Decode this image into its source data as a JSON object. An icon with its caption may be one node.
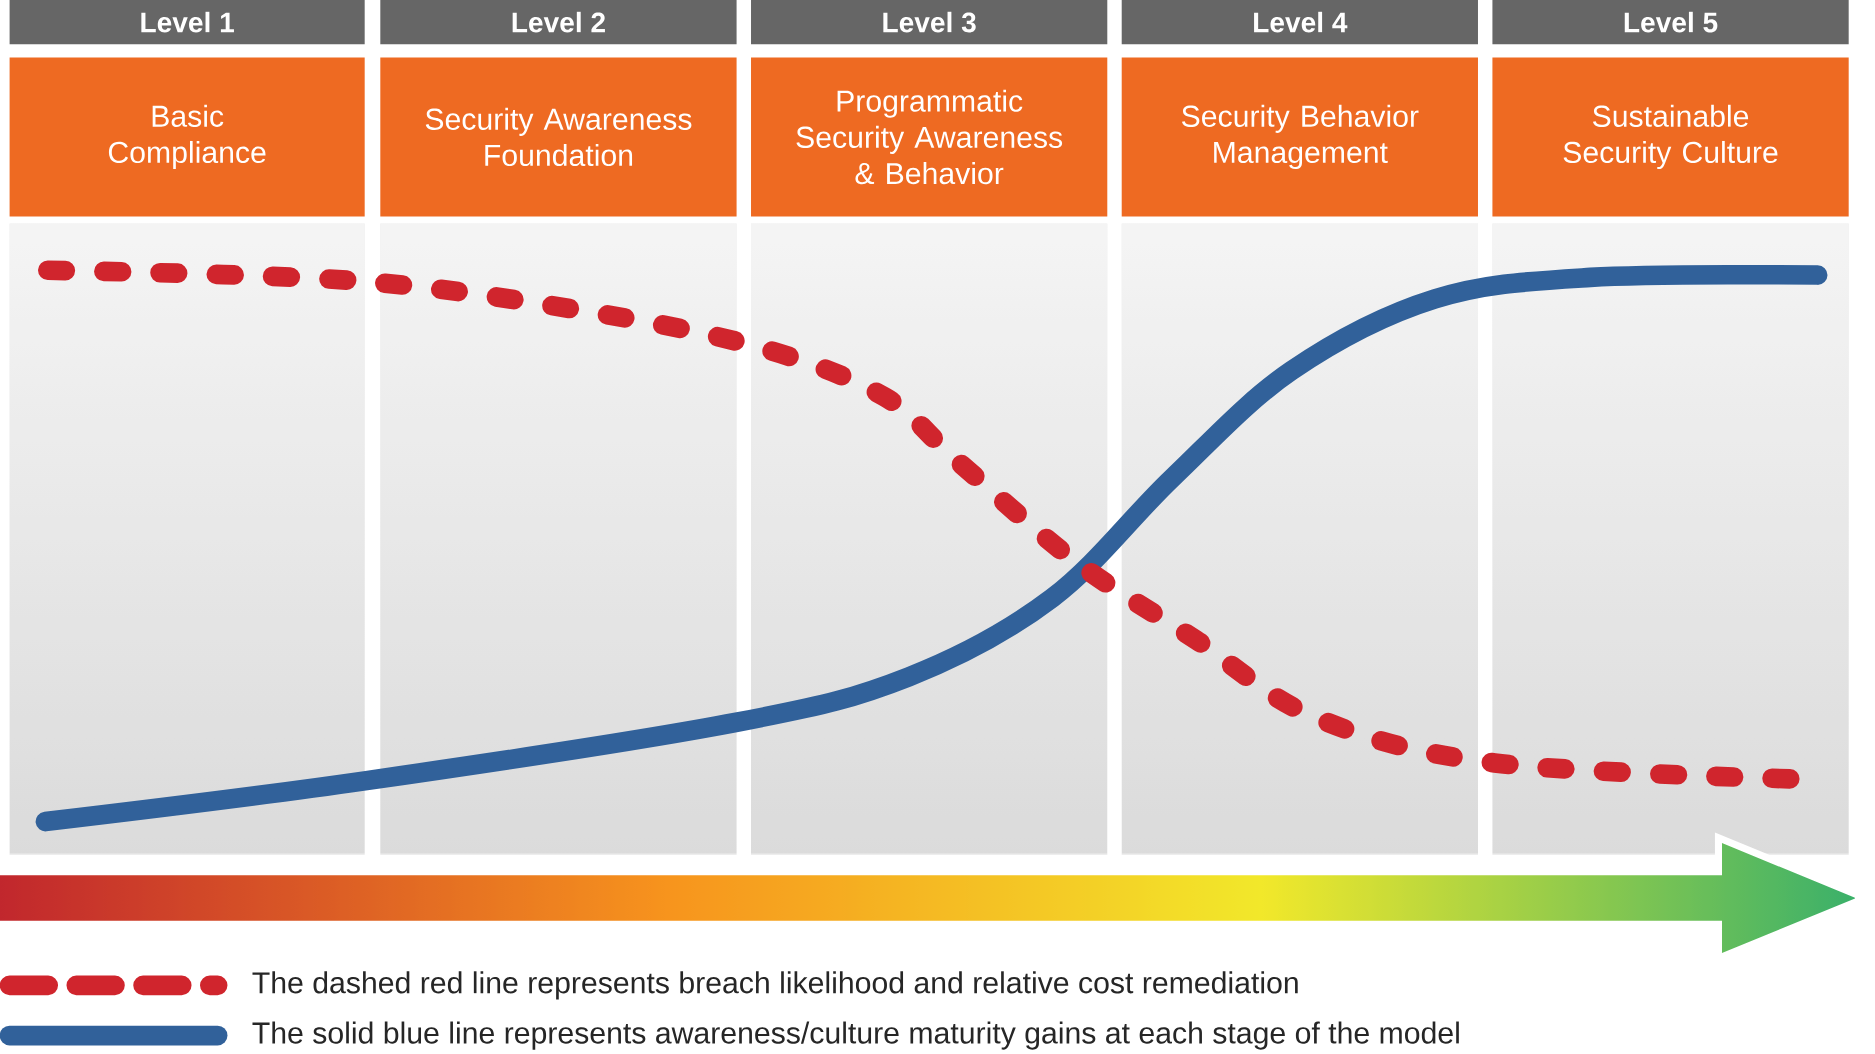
{
  "diagram": {
    "nodes": [
      {
        "text": [
          "Level 1"
        ]
      },
      {
        "text": [
          "Level 2"
        ]
      },
      {
        "text": [
          "Level 3"
        ]
      },
      {
        "text": [
          "Level 4"
        ]
      },
      {
        "text": [
          "Level 5"
        ]
      },
      {
        "text": [
          "Basic Compliance"
        ]
      },
      {
        "text": [
          "Security Awareness Foundation"
        ]
      },
      {
        "text": [
          "Programmatic Security Awareness & Behavior"
        ]
      },
      {
        "text": [
          "Security Behavior Management"
        ]
      },
      {
        "text": [
          "Sustainable Security Culture"
        ]
      }
    ],
    "legend": [
      {
        "text": "The dashed red line represents breach likelihood and relative cost remediation"
      },
      {
        "text": "The solid blue line represents awareness/culture maturity gains at each stage of the model"
      }
    ]
  }
}
